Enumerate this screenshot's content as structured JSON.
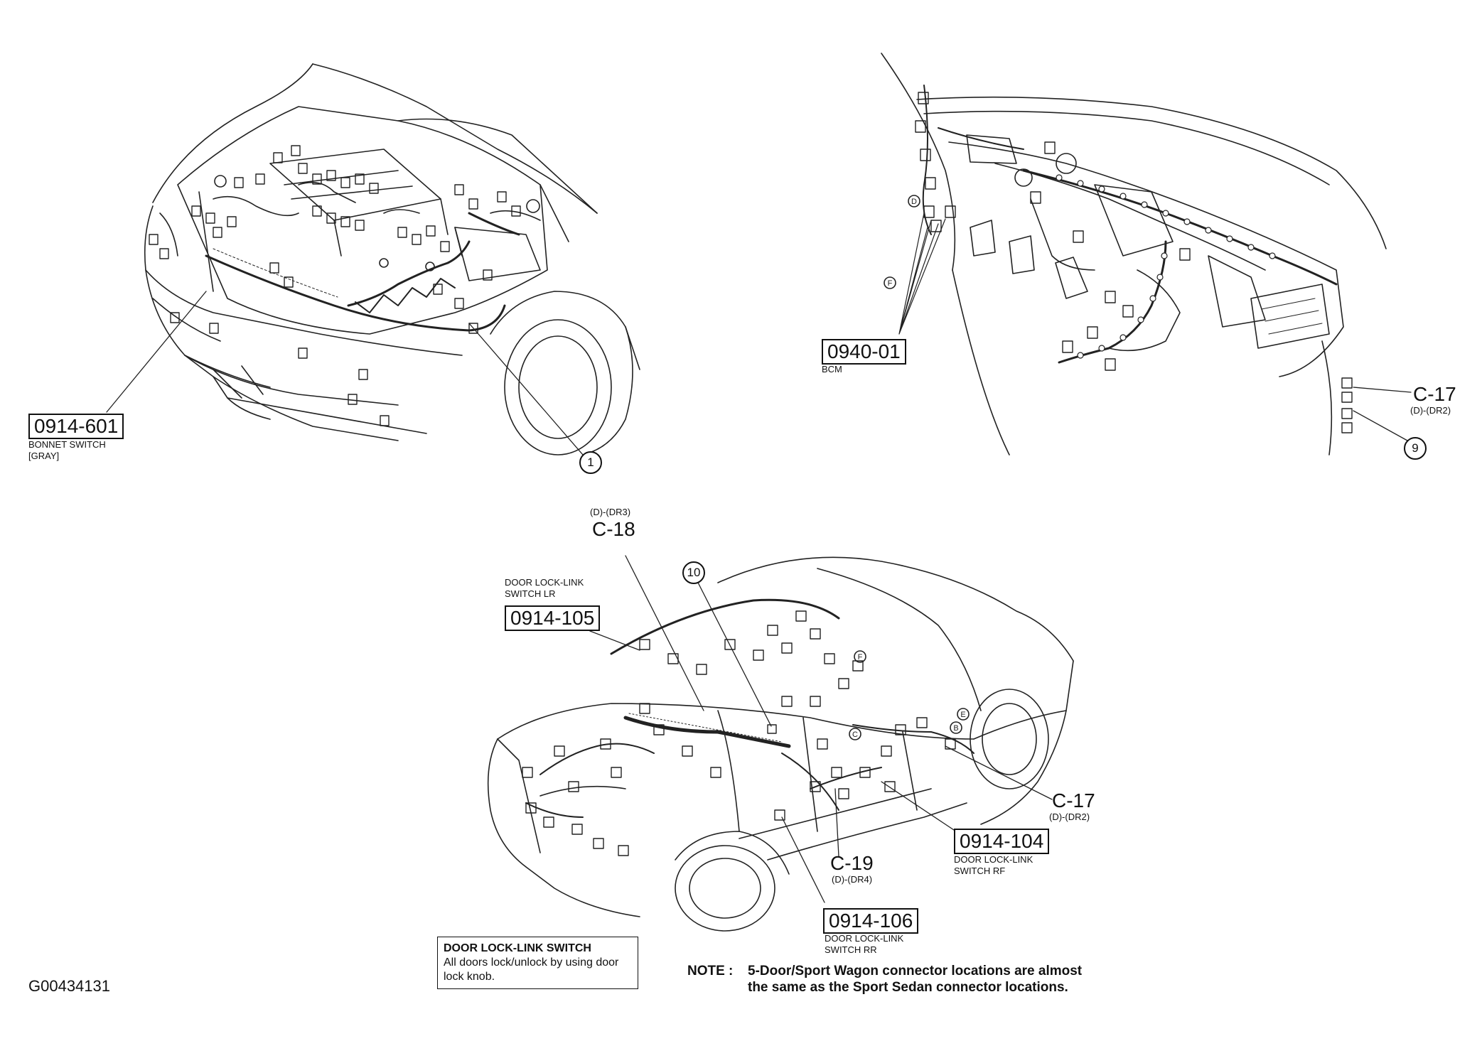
{
  "figure_id": "G00434131",
  "engine_view": {
    "connector": {
      "code": "0914-601",
      "name": "BONNET SWITCH",
      "color": "[GRAY]"
    },
    "callout": "1"
  },
  "dash_view": {
    "connector": {
      "code": "0940-01",
      "name": "BCM"
    },
    "c17": {
      "code": "C-17",
      "sub": "(D)-(DR2)"
    },
    "callout": "9",
    "letters": [
      "D",
      "F"
    ]
  },
  "car_view": {
    "c18": {
      "code": "C-18",
      "sub": "(D)-(DR3)"
    },
    "callout": "10",
    "lr": {
      "name_line1": "DOOR LOCK-LINK",
      "name_line2": "SWITCH LR",
      "code": "0914-105"
    },
    "c17": {
      "code": "C-17",
      "sub": "(D)-(DR2)"
    },
    "rf": {
      "code": "0914-104",
      "name_line1": "DOOR LOCK-LINK",
      "name_line2": "SWITCH RF"
    },
    "c19": {
      "code": "C-19",
      "sub": "(D)-(DR4)"
    },
    "rr": {
      "code": "0914-106",
      "name_line1": "DOOR LOCK-LINK",
      "name_line2": "SWITCH RR"
    },
    "letters": [
      "F",
      "E",
      "B",
      "C"
    ]
  },
  "legend": {
    "title": "DOOR LOCK-LINK SWITCH",
    "body": "All doors lock/unlock by using door lock knob."
  },
  "note": {
    "prefix": "NOTE :",
    "line1": "5-Door/Sport Wagon connector locations are almost",
    "line2": "the same as the Sport Sedan connector locations."
  }
}
